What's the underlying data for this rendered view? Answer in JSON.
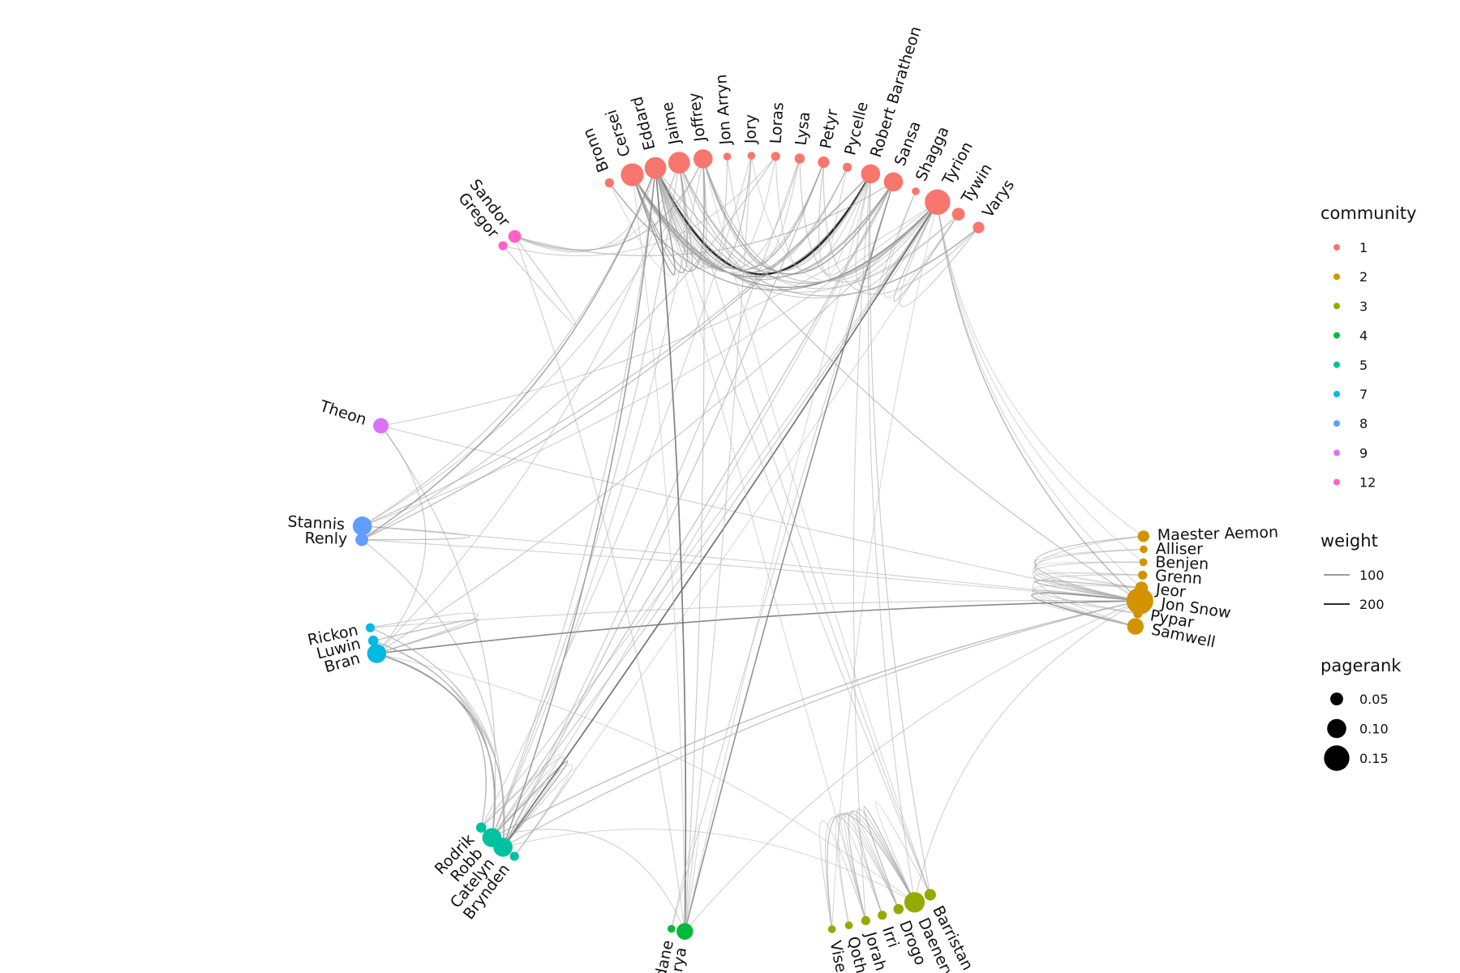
{
  "legend": {
    "community_title": "community",
    "community_entries": [
      {
        "label": "1",
        "color": "#F8766D"
      },
      {
        "label": "2",
        "color": "#D39200"
      },
      {
        "label": "3",
        "color": "#93AA00"
      },
      {
        "label": "4",
        "color": "#00BA38"
      },
      {
        "label": "5",
        "color": "#00C19F"
      },
      {
        "label": "7",
        "color": "#00B9E3"
      },
      {
        "label": "8",
        "color": "#619CFF"
      },
      {
        "label": "9",
        "color": "#DB72FB"
      },
      {
        "label": "12",
        "color": "#FF61C3"
      }
    ],
    "weight_title": "weight",
    "weight_entries": [
      {
        "label": "100",
        "value": 100
      },
      {
        "label": "200",
        "value": 200
      }
    ],
    "pagerank_title": "pagerank",
    "pagerank_entries": [
      {
        "label": "0.05",
        "value": 0.05
      },
      {
        "label": "0.10",
        "value": 0.1
      },
      {
        "label": "0.15",
        "value": 0.15
      }
    ]
  },
  "nodes": [
    {
      "name": "Bronn",
      "community": "1",
      "pagerank": 0.02
    },
    {
      "name": "Cersei",
      "community": "1",
      "pagerank": 0.13
    },
    {
      "name": "Eddard",
      "community": "1",
      "pagerank": 0.12
    },
    {
      "name": "Jaime",
      "community": "1",
      "pagerank": 0.12
    },
    {
      "name": "Joffrey",
      "community": "1",
      "pagerank": 0.1
    },
    {
      "name": "Jon Arryn",
      "community": "1",
      "pagerank": 0.01
    },
    {
      "name": "Jory",
      "community": "1",
      "pagerank": 0.01
    },
    {
      "name": "Loras",
      "community": "1",
      "pagerank": 0.02
    },
    {
      "name": "Lysa",
      "community": "1",
      "pagerank": 0.03
    },
    {
      "name": "Petyr",
      "community": "1",
      "pagerank": 0.04
    },
    {
      "name": "Pycelle",
      "community": "1",
      "pagerank": 0.02
    },
    {
      "name": "Robert Baratheon",
      "community": "1",
      "pagerank": 0.1
    },
    {
      "name": "Sansa",
      "community": "1",
      "pagerank": 0.1
    },
    {
      "name": "Shagga",
      "community": "1",
      "pagerank": 0.01
    },
    {
      "name": "Tyrion",
      "community": "1",
      "pagerank": 0.15
    },
    {
      "name": "Tywin",
      "community": "1",
      "pagerank": 0.05
    },
    {
      "name": "Varys",
      "community": "1",
      "pagerank": 0.04
    },
    {
      "name": "Maester Aemon",
      "community": "2",
      "pagerank": 0.04
    },
    {
      "name": "Alliser",
      "community": "2",
      "pagerank": 0.01
    },
    {
      "name": "Benjen",
      "community": "2",
      "pagerank": 0.01
    },
    {
      "name": "Grenn",
      "community": "2",
      "pagerank": 0.02
    },
    {
      "name": "Jeor",
      "community": "2",
      "pagerank": 0.05
    },
    {
      "name": "Jon Snow",
      "community": "2",
      "pagerank": 0.16
    },
    {
      "name": "Pypar",
      "community": "2",
      "pagerank": 0.02
    },
    {
      "name": "Samwell",
      "community": "2",
      "pagerank": 0.08
    },
    {
      "name": "Barristan",
      "community": "3",
      "pagerank": 0.04
    },
    {
      "name": "Daenerys",
      "community": "3",
      "pagerank": 0.11
    },
    {
      "name": "Drogo",
      "community": "3",
      "pagerank": 0.03
    },
    {
      "name": "Irri",
      "community": "3",
      "pagerank": 0.02
    },
    {
      "name": "Jorah",
      "community": "3",
      "pagerank": 0.02
    },
    {
      "name": "Qotho",
      "community": "3",
      "pagerank": 0.01
    },
    {
      "name": "Viserys",
      "community": "3",
      "pagerank": 0.01
    },
    {
      "name": "Mordane",
      "community": "4",
      "pagerank": 0.01
    },
    {
      "name": "Arya",
      "community": "4",
      "pagerank": 0.08
    },
    {
      "name": "Rodrik",
      "community": "5",
      "pagerank": 0.03
    },
    {
      "name": "Robb",
      "community": "5",
      "pagerank": 0.1
    },
    {
      "name": "Catelyn",
      "community": "5",
      "pagerank": 0.1
    },
    {
      "name": "Brynden",
      "community": "5",
      "pagerank": 0.02
    },
    {
      "name": "Rickon",
      "community": "7",
      "pagerank": 0.02
    },
    {
      "name": "Luwin",
      "community": "7",
      "pagerank": 0.03
    },
    {
      "name": "Bran",
      "community": "7",
      "pagerank": 0.1
    },
    {
      "name": "Stannis",
      "community": "8",
      "pagerank": 0.1
    },
    {
      "name": "Renly",
      "community": "8",
      "pagerank": 0.05
    },
    {
      "name": "Theon",
      "community": "9",
      "pagerank": 0.07
    },
    {
      "name": "Sandor",
      "community": "12",
      "pagerank": 0.05
    },
    {
      "name": "Gregor",
      "community": "12",
      "pagerank": 0.02
    }
  ],
  "edges": [
    [
      "Bronn",
      "Tyrion",
      80
    ],
    [
      "Cersei",
      "Eddard",
      100
    ],
    [
      "Cersei",
      "Jaime",
      80
    ],
    [
      "Cersei",
      "Joffrey",
      80
    ],
    [
      "Cersei",
      "Robert Baratheon",
      100
    ],
    [
      "Cersei",
      "Sansa",
      60
    ],
    [
      "Cersei",
      "Tyrion",
      100
    ],
    [
      "Cersei",
      "Pycelle",
      40
    ],
    [
      "Cersei",
      "Varys",
      40
    ],
    [
      "Eddard",
      "Robert Baratheon",
      220
    ],
    [
      "Eddard",
      "Petyr",
      80
    ],
    [
      "Eddard",
      "Varys",
      60
    ],
    [
      "Eddard",
      "Jory",
      60
    ],
    [
      "Eddard",
      "Pycelle",
      50
    ],
    [
      "Eddard",
      "Sansa",
      60
    ],
    [
      "Eddard",
      "Jon Arryn",
      40
    ],
    [
      "Eddard",
      "Loras",
      30
    ],
    [
      "Eddard",
      "Lysa",
      30
    ],
    [
      "Eddard",
      "Joffrey",
      50
    ],
    [
      "Eddard",
      "Jaime",
      60
    ],
    [
      "Jaime",
      "Tyrion",
      60
    ],
    [
      "Jaime",
      "Robert Baratheon",
      50
    ],
    [
      "Joffrey",
      "Sansa",
      90
    ],
    [
      "Joffrey",
      "Robert Baratheon",
      50
    ],
    [
      "Joffrey",
      "Tyrion",
      50
    ],
    [
      "Lysa",
      "Tyrion",
      40
    ],
    [
      "Petyr",
      "Sansa",
      40
    ],
    [
      "Petyr",
      "Varys",
      40
    ],
    [
      "Robert Baratheon",
      "Tyrion",
      40
    ],
    [
      "Shagga",
      "Tyrion",
      40
    ],
    [
      "Tyrion",
      "Tywin",
      60
    ],
    [
      "Tyrion",
      "Varys",
      40
    ],
    [
      "Sansa",
      "Tyrion",
      40
    ],
    [
      "Jaime",
      "Tywin",
      30
    ],
    [
      "Loras",
      "Robert Baratheon",
      30
    ],
    [
      "Cersei",
      "Tywin",
      30
    ],
    [
      "Jon Arryn",
      "Lysa",
      30
    ],
    [
      "Cersei",
      "Petyr",
      40
    ],
    [
      "Bronn",
      "Jaime",
      20
    ],
    [
      "Jory",
      "Tyrion",
      20
    ],
    [
      "Pycelle",
      "Robert Baratheon",
      30
    ],
    [
      "Shagga",
      "Tywin",
      20
    ],
    [
      "Gregor",
      "Sandor",
      40
    ],
    [
      "Sandor",
      "Joffrey",
      60
    ],
    [
      "Sandor",
      "Sansa",
      50
    ],
    [
      "Sandor",
      "Eddard",
      30
    ],
    [
      "Gregor",
      "Loras",
      30
    ],
    [
      "Sandor",
      "Jaime",
      20
    ],
    [
      "Theon",
      "Robb",
      40
    ],
    [
      "Theon",
      "Bran",
      40
    ],
    [
      "Theon",
      "Tyrion",
      30
    ],
    [
      "Theon",
      "Jon Snow",
      30
    ],
    [
      "Stannis",
      "Robert Baratheon",
      50
    ],
    [
      "Stannis",
      "Renly",
      50
    ],
    [
      "Stannis",
      "Tyrion",
      30
    ],
    [
      "Stannis",
      "Eddard",
      40
    ],
    [
      "Stannis",
      "Joffrey",
      30
    ],
    [
      "Stannis",
      "Jon Snow",
      30
    ],
    [
      "Renly",
      "Robert Baratheon",
      60
    ],
    [
      "Renly",
      "Eddard",
      90
    ],
    [
      "Renly",
      "Loras",
      40
    ],
    [
      "Renly",
      "Jon Snow",
      30
    ],
    [
      "Renly",
      "Catelyn",
      40
    ],
    [
      "Bran",
      "Jon Snow",
      120
    ],
    [
      "Bran",
      "Robb",
      100
    ],
    [
      "Bran",
      "Catelyn",
      60
    ],
    [
      "Bran",
      "Rodrik",
      50
    ],
    [
      "Bran",
      "Luwin",
      60
    ],
    [
      "Bran",
      "Rickon",
      40
    ],
    [
      "Luwin",
      "Robb",
      40
    ],
    [
      "Rickon",
      "Robb",
      30
    ],
    [
      "Rickon",
      "Jon Snow",
      30
    ],
    [
      "Bran",
      "Tyrion",
      40
    ],
    [
      "Bran",
      "Jaime",
      30
    ],
    [
      "Luwin",
      "Catelyn",
      30
    ],
    [
      "Rickon",
      "Catelyn",
      30
    ],
    [
      "Bran",
      "Daenerys",
      20
    ],
    [
      "Luwin",
      "Rodrik",
      30
    ],
    [
      "Robb",
      "Catelyn",
      80
    ],
    [
      "Robb",
      "Rodrik",
      30
    ],
    [
      "Catelyn",
      "Rodrik",
      40
    ],
    [
      "Catelyn",
      "Brynden",
      30
    ],
    [
      "Robb",
      "Brynden",
      30
    ],
    [
      "Robb",
      "Tyrion",
      40
    ],
    [
      "Robb",
      "Sansa",
      50
    ],
    [
      "Robb",
      "Eddard",
      40
    ],
    [
      "Catelyn",
      "Tyrion",
      140
    ],
    [
      "Catelyn",
      "Eddard",
      100
    ],
    [
      "Catelyn",
      "Lysa",
      40
    ],
    [
      "Catelyn",
      "Petyr",
      50
    ],
    [
      "Robb",
      "Jaime",
      40
    ],
    [
      "Robb",
      "Jon Snow",
      60
    ],
    [
      "Catelyn",
      "Jon Snow",
      40
    ],
    [
      "Catelyn",
      "Sansa",
      30
    ],
    [
      "Rodrik",
      "Tyrion",
      30
    ],
    [
      "Robb",
      "Arya",
      30
    ],
    [
      "Catelyn",
      "Daenerys",
      20
    ],
    [
      "Robb",
      "Joffrey",
      30
    ],
    [
      "Rodrik",
      "Jory",
      30
    ],
    [
      "Brynden",
      "Tywin",
      20
    ],
    [
      "Arya",
      "Sansa",
      110
    ],
    [
      "Arya",
      "Eddard",
      130
    ],
    [
      "Arya",
      "Mordane",
      30
    ],
    [
      "Mordane",
      "Sansa",
      30
    ],
    [
      "Arya",
      "Joffrey",
      40
    ],
    [
      "Arya",
      "Jon Snow",
      30
    ],
    [
      "Arya",
      "Sandor",
      30
    ],
    [
      "Arya",
      "Jory",
      30
    ],
    [
      "Arya",
      "Cersei",
      20
    ],
    [
      "Arya",
      "Robert Baratheon",
      20
    ],
    [
      "Daenerys",
      "Drogo",
      60
    ],
    [
      "Daenerys",
      "Jorah",
      60
    ],
    [
      "Daenerys",
      "Viserys",
      60
    ],
    [
      "Daenerys",
      "Irri",
      50
    ],
    [
      "Daenerys",
      "Qotho",
      30
    ],
    [
      "Daenerys",
      "Barristan",
      30
    ],
    [
      "Jorah",
      "Viserys",
      30
    ],
    [
      "Drogo",
      "Jorah",
      30
    ],
    [
      "Drogo",
      "Viserys",
      30
    ],
    [
      "Irri",
      "Jorah",
      30
    ],
    [
      "Drogo",
      "Qotho",
      20
    ],
    [
      "Drogo",
      "Irri",
      30
    ],
    [
      "Barristan",
      "Robert Baratheon",
      40
    ],
    [
      "Barristan",
      "Eddard",
      30
    ],
    [
      "Barristan",
      "Jaime",
      30
    ],
    [
      "Daenerys",
      "Robert Baratheon",
      30
    ],
    [
      "Jorah",
      "Robert Baratheon",
      30
    ],
    [
      "Viserys",
      "Tyrion",
      20
    ],
    [
      "Daenerys",
      "Jon Snow",
      30
    ],
    [
      "Barristan",
      "Joffrey",
      20
    ],
    [
      "Jorah",
      "Eddard",
      20
    ],
    [
      "Jon Snow",
      "Samwell",
      100
    ],
    [
      "Jon Snow",
      "Jeor",
      60
    ],
    [
      "Jon Snow",
      "Maester Aemon",
      60
    ],
    [
      "Jon Snow",
      "Alliser",
      40
    ],
    [
      "Jon Snow",
      "Benjen",
      40
    ],
    [
      "Jon Snow",
      "Grenn",
      40
    ],
    [
      "Jon Snow",
      "Pypar",
      40
    ],
    [
      "Jeor",
      "Samwell",
      30
    ],
    [
      "Grenn",
      "Samwell",
      30
    ],
    [
      "Pypar",
      "Samwell",
      30
    ],
    [
      "Maester Aemon",
      "Samwell",
      30
    ],
    [
      "Alliser",
      "Jeor",
      20
    ],
    [
      "Benjen",
      "Jeor",
      20
    ],
    [
      "Jon Snow",
      "Tyrion",
      70
    ],
    [
      "Jon Snow",
      "Eddard",
      50
    ],
    [
      "Jon Snow",
      "Catelyn",
      20
    ],
    [
      "Benjen",
      "Tyrion",
      20
    ],
    [
      "Jeor",
      "Tyrion",
      20
    ],
    [
      "Maester Aemon",
      "Tyrion",
      20
    ]
  ]
}
